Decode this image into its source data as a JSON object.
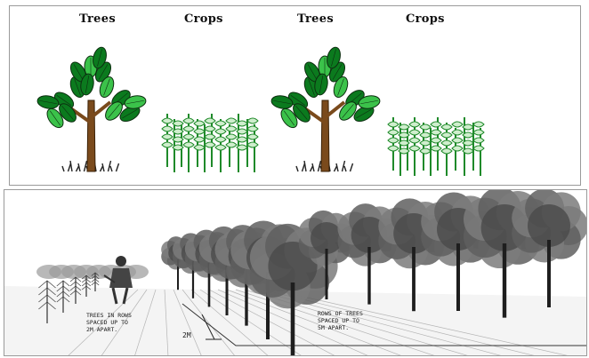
{
  "top_panel": {
    "labels": [
      "Trees",
      "Crops",
      "Trees",
      "Crops"
    ]
  },
  "bottom_panel": {
    "note_left": [
      "TREES IN ROWS",
      "SPACED UP TO",
      "2m APART."
    ],
    "note_right": [
      "ROWS OF TREES",
      "SPACED UP TO",
      "5m APART."
    ],
    "spacing_mark": "2m"
  },
  "colors": {
    "leaf_dark": "#0b7a1e",
    "leaf_light": "#3bc24a",
    "trunk": "#7a4a1c",
    "crop": "#1f8a2a",
    "crop_leaf": "#cfeecd"
  }
}
